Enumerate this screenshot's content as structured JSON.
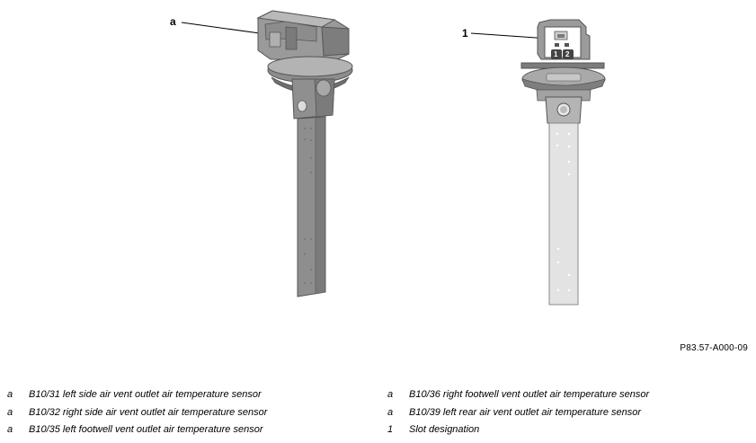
{
  "figure": {
    "callouts": {
      "left": "a",
      "right": "1"
    },
    "slot_numbers": [
      "1",
      "2"
    ],
    "figure_id": "P83.57-A000-09"
  },
  "legend": {
    "left": [
      {
        "key": "a",
        "text": "B10/31 left side air vent outlet air temperature sensor"
      },
      {
        "key": "a",
        "text": "B10/32 right side air vent outlet air temperature sensor"
      },
      {
        "key": "a",
        "text": "B10/35 left footwell vent outlet air temperature sensor"
      }
    ],
    "right": [
      {
        "key": "a",
        "text": "B10/36 right footwell vent outlet air temperature sensor"
      },
      {
        "key": "a",
        "text": "B10/39 left rear air vent outlet air temperature sensor"
      },
      {
        "key": "1",
        "text": "Slot designation"
      }
    ]
  }
}
